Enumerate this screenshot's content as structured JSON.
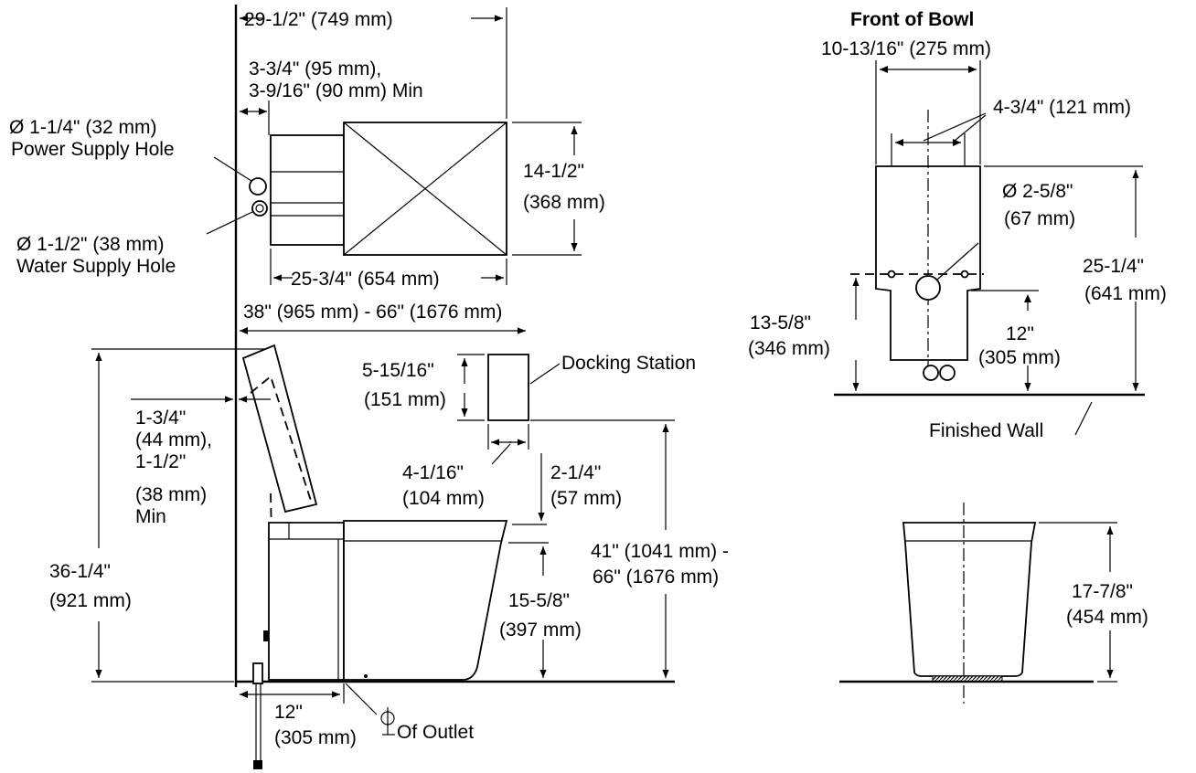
{
  "top_view": {
    "width_overall": "29-1/2\" (749 mm)",
    "setback_1": "3-3/4\" (95 mm),",
    "setback_2": "3-9/16\" (90 mm) Min",
    "power_hole_1": "Ø 1-1/4\" (32 mm)",
    "power_hole_2": "Power Supply Hole",
    "water_hole_1": "Ø 1-1/2\" (38 mm)",
    "water_hole_2": "Water Supply Hole",
    "depth_1": "14-1/2\"",
    "depth_2": "(368 mm)",
    "tank_width": "25-3/4\" (654 mm)"
  },
  "side_view": {
    "clearance": "38\" (965 mm) - 66\" (1676 mm)",
    "lid_height_1": "36-1/4\"",
    "lid_height_2": "(921 mm)",
    "lid_gap_1": "1-3/4\"",
    "lid_gap_2": "(44 mm),",
    "lid_gap_3": "1-1/2\"",
    "lid_gap_4": "(38 mm)",
    "lid_gap_5": "Min",
    "dock_height_1": "5-15/16\"",
    "dock_height_2": "(151 mm)",
    "dock_label": "Docking Station",
    "dock_width_1": "4-1/16\"",
    "dock_width_2": "(104 mm)",
    "dock_offset_1": "2-1/4\"",
    "dock_offset_2": "(57 mm)",
    "dock_mount_1": "41\" (1041 mm) -",
    "dock_mount_2": "66\" (1676 mm)",
    "seat_height_1": "15-5/8\"",
    "seat_height_2": "(397 mm)",
    "outlet_1": "12\"",
    "outlet_2": "(305 mm)",
    "outlet_label": "Of Outlet"
  },
  "front_bowl": {
    "title": "Front of Bowl",
    "width": "10-13/16\" (275 mm)",
    "hole_spacing": "4-3/4\" (121 mm)",
    "hole_dia_1": "Ø 2-5/8\"",
    "hole_dia_2": "(67 mm)",
    "height_1": "25-1/4\"",
    "height_2": "(641 mm)",
    "left_height_1": "13-5/8\"",
    "left_height_2": "(346 mm)",
    "inner_height_1": "12\"",
    "inner_height_2": "(305 mm)",
    "finished_wall": "Finished Wall"
  },
  "front_view": {
    "height_1": "17-7/8\"",
    "height_2": "(454 mm)"
  }
}
